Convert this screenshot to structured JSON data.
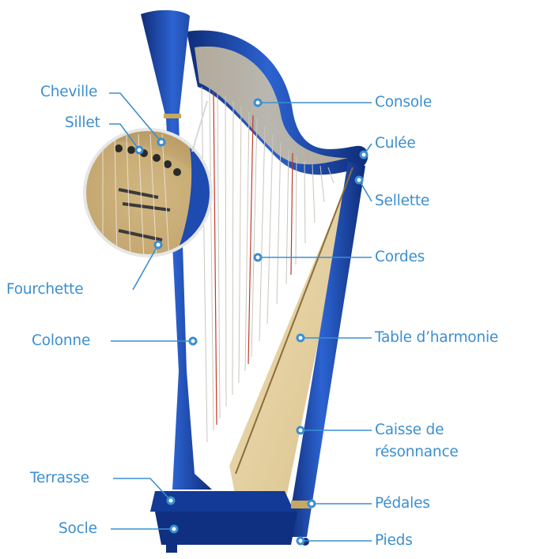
{
  "colors": {
    "label": "#3b8fd0",
    "leader": "#3b8fd0",
    "harp_blue": "#1f4fb3",
    "harp_blue_dark": "#0f2c78",
    "soundboard": "#e7d4a8",
    "strings": "#c9c6bd",
    "red_string": "#c0392b",
    "background": "#ffffff"
  },
  "labels": {
    "cheville": "Cheville",
    "sillet": "Sillet",
    "fourchette": "Fourchette",
    "colonne": "Colonne",
    "terrasse": "Terrasse",
    "socle": "Socle",
    "console": "Console",
    "culee": "Culée",
    "sellette": "Sellette",
    "cordes": "Cordes",
    "table": "Table d’harmonie",
    "caisse_line1": "Caisse de",
    "caisse_line2": "résonnance",
    "pedales": "Pédales",
    "pieds": "Pieds"
  }
}
